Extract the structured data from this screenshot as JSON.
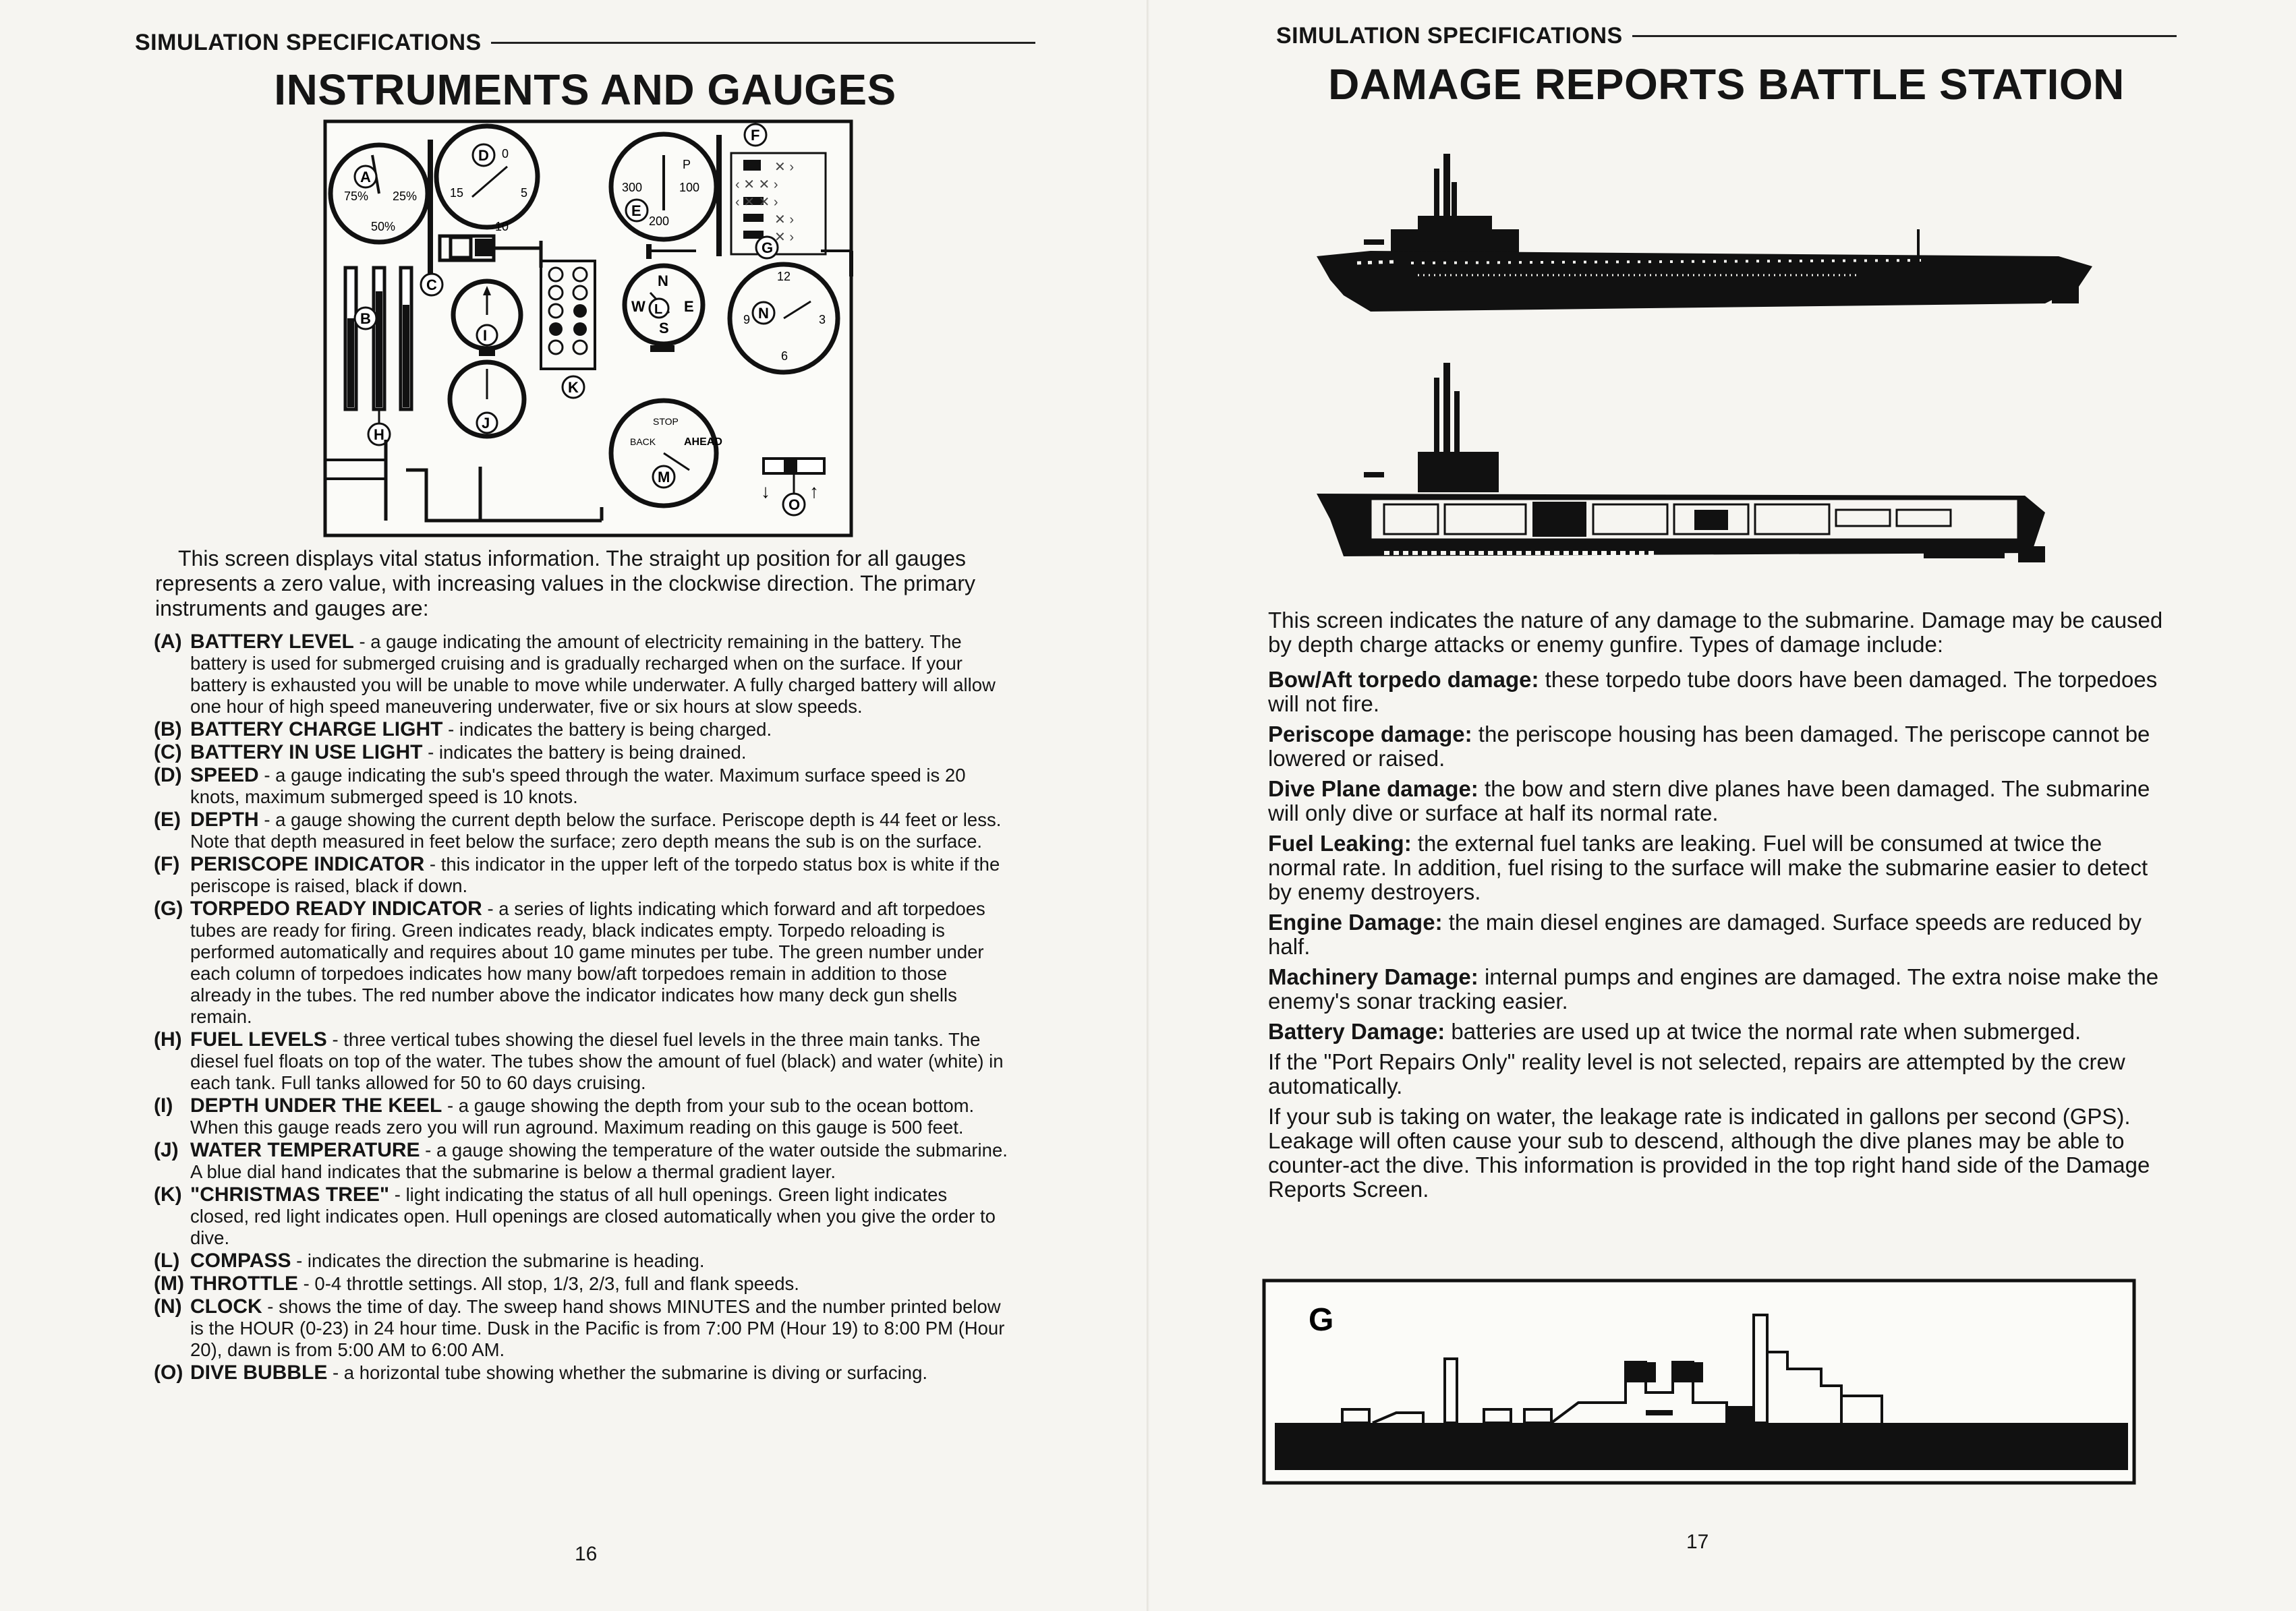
{
  "left_page": {
    "header": "SIMULATION SPECIFICATIONS",
    "title": "INSTRUMENTS AND GAUGES",
    "gauges": {
      "A": "A",
      "B": "B",
      "C": "C",
      "D": "D",
      "E": "E",
      "F": "F",
      "G": "G",
      "H": "H",
      "I": "I",
      "J": "J",
      "K": "K",
      "L": "L",
      "M": "M",
      "N": "N",
      "O": "O",
      "battery_ticks": [
        "75%",
        "25%",
        "50%"
      ],
      "speed_ticks": [
        "0",
        "15",
        "5",
        "10"
      ],
      "depth_ticks": [
        "P",
        "300",
        "100",
        "200"
      ],
      "compass_points": [
        "N",
        "W",
        "E",
        "S"
      ],
      "clock_ticks": [
        "12",
        "9",
        "3",
        "6"
      ],
      "throttle_labels": [
        "BACK",
        "STOP",
        "AHEAD"
      ]
    },
    "intro": "This screen displays vital status information. The straight up position for all gauges represents a zero value, with increasing values in the clockwise direction. The primary instruments and gauges are:",
    "items": [
      {
        "letter": "(A)",
        "term": "BATTERY LEVEL",
        "text": " - a gauge indicating the amount of electricity remaining in the battery. The battery is used for submerged cruising and is gradually recharged when on the surface. If your battery is exhausted you will be unable to move while underwater. A fully charged battery will allow one hour of high speed maneuvering underwater, five or six hours at slow speeds."
      },
      {
        "letter": "(B)",
        "term": "BATTERY CHARGE LIGHT",
        "text": " - indicates the battery is being charged."
      },
      {
        "letter": "(C)",
        "term": "BATTERY IN USE LIGHT",
        "text": " - indicates the battery is being drained."
      },
      {
        "letter": "(D)",
        "term": "SPEED",
        "text": " - a gauge indicating the sub's speed through the water. Maximum surface speed is 20 knots, maximum submerged speed is 10 knots."
      },
      {
        "letter": "(E)",
        "term": "DEPTH",
        "text": " - a gauge showing the current depth below the surface. Periscope depth is 44 feet or less. Note that depth measured in feet below the surface; zero depth means the sub is on the surface."
      },
      {
        "letter": "(F)",
        "term": "PERISCOPE INDICATOR",
        "text": " - this indicator in the upper left of the torpedo status box is white if the periscope is raised, black if down."
      },
      {
        "letter": "(G)",
        "term": "TORPEDO READY INDICATOR",
        "text": " - a series of lights indicating which forward and aft torpedoes tubes are ready for firing. Green indicates ready, black indicates empty. Torpedo reloading is performed automatically and requires about 10 game minutes per tube. The green number under each column of torpedoes indicates how many bow/aft torpedoes remain in addition to those already in the tubes. The red number above the indicator indicates how many deck gun shells remain."
      },
      {
        "letter": "(H)",
        "term": "FUEL LEVELS",
        "text": " - three vertical tubes showing the diesel fuel levels in the three main tanks. The diesel fuel floats on top of the water. The tubes show the amount of fuel (black) and water (white) in each tank. Full tanks allowed for 50 to 60 days cruising."
      },
      {
        "letter": "(I)",
        "term": "DEPTH UNDER THE KEEL",
        "text": " - a gauge showing the depth from your sub to the ocean bottom. When this gauge reads zero you will run aground. Maximum reading on this gauge is 500 feet."
      },
      {
        "letter": "(J)",
        "term": "WATER TEMPERATURE",
        "text": " - a gauge showing the temperature of the water outside the submarine. A blue dial hand indicates that the submarine is below a thermal gradient layer."
      },
      {
        "letter": "(K)",
        "term": "\"CHRISTMAS TREE\"",
        "text": " - light indicating the status of all hull openings. Green light indicates closed, red light indicates open. Hull openings are closed automatically when you give the order to dive."
      },
      {
        "letter": "(L)",
        "term": "COMPASS",
        "text": " - indicates the direction the submarine is heading."
      },
      {
        "letter": "(M)",
        "term": "THROTTLE",
        "text": " - 0-4 throttle settings. All stop, 1/3, 2/3, full and flank speeds."
      },
      {
        "letter": "(N)",
        "term": "CLOCK",
        "text": " - shows the time of day. The sweep hand shows MINUTES and the number printed below is the HOUR (0-23) in 24 hour time. Dusk in the Pacific is from 7:00 PM (Hour 19) to 8:00 PM (Hour 20), dawn is from 5:00 AM to 6:00 AM."
      },
      {
        "letter": "(O)",
        "term": "DIVE BUBBLE",
        "text": " - a horizontal tube showing whether the submarine is diving or surfacing."
      }
    ],
    "page_number": "16"
  },
  "right_page": {
    "header": "SIMULATION SPECIFICATIONS",
    "title": "DAMAGE REPORTS BATTLE STATION",
    "intro": "This screen indicates the nature of any damage to the submarine. Damage may be caused by depth charge attacks or enemy gunfire. Types of damage include:",
    "damage_items": [
      {
        "term": "Bow/Aft torpedo damage:",
        "text": " these torpedo tube doors have been damaged. The torpedoes will not fire."
      },
      {
        "term": "Periscope damage:",
        "text": " the periscope housing has been damaged. The periscope cannot be lowered or raised."
      },
      {
        "term": "Dive Plane damage:",
        "text": " the bow and stern dive planes have been damaged. The submarine will only dive or surface at half its normal rate."
      },
      {
        "term": "Fuel Leaking:",
        "text": " the external fuel tanks are leaking. Fuel will be consumed at twice the normal rate. In addition, fuel rising to the surface will make the submarine easier to detect by enemy destroyers."
      },
      {
        "term": "Engine Damage:",
        "text": " the main diesel engines are damaged. Surface speeds are reduced by half."
      },
      {
        "term": "Machinery Damage:",
        "text": " internal pumps and engines are damaged. The extra noise make the enemy's sonar tracking easier."
      },
      {
        "term": "Battery Damage:",
        "text": " batteries are used up at twice the normal rate when submerged."
      }
    ],
    "paragraphs": [
      "If the \"Port Repairs Only\" reality level is not selected, repairs are attempted by the crew automatically.",
      "If your sub is taking on water, the leakage rate is indicated in gallons per second (GPS). Leakage will often cause your sub to descend, although the dive planes may be able to counter-act the dive. This information is provided in the top right hand side of the Damage Reports Screen."
    ],
    "ship_box_label": "G",
    "page_number": "17"
  }
}
